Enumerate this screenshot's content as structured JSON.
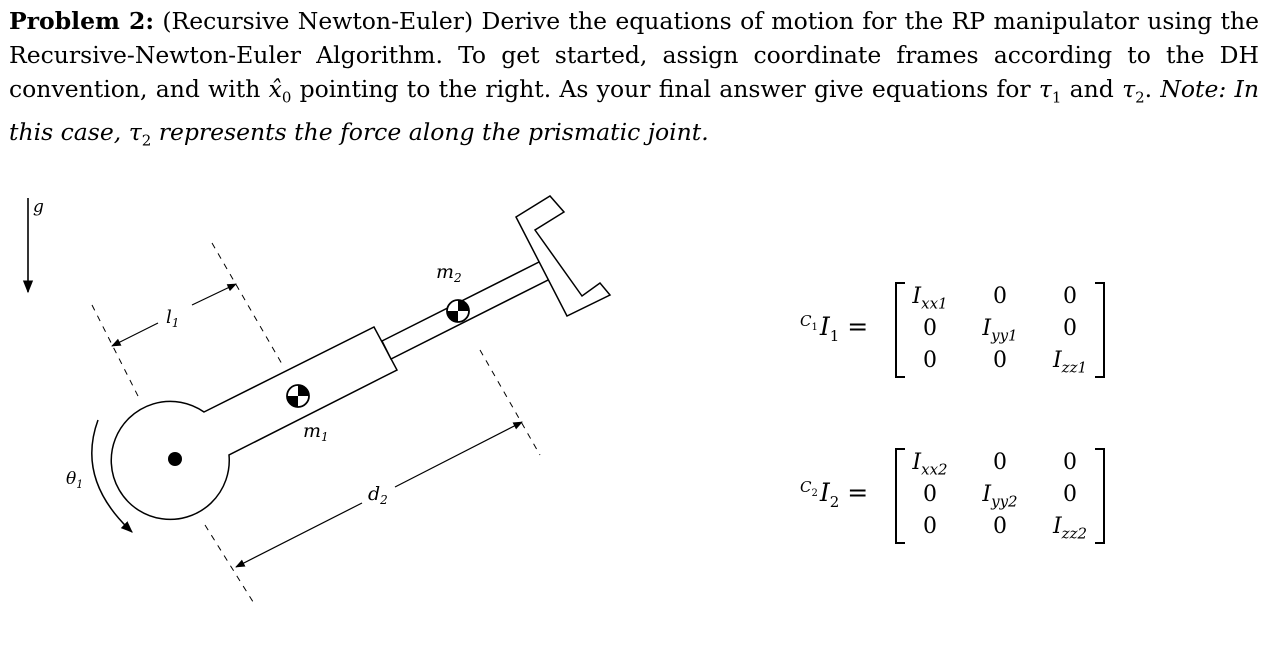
{
  "problem": {
    "label": "Problem 2:",
    "text_1": " (Recursive Newton-Euler) Derive the equations of motion for the RP manipulator using the Recursive-Newton-Euler Algorithm. To get started, assign coordinate frames according to the DH convention, and with ",
    "x0_symbol": "x̂",
    "x0_sub": "0",
    "text_2": " pointing to the right. As your final answer give equations for ",
    "tau": "τ",
    "tau1_sub": "1",
    "text_and": " and ",
    "tau2_sub": "2",
    "text_period": ". ",
    "note_1": "Note: In this case, ",
    "note_2": " represents the force along the prismatic joint."
  },
  "figure": {
    "g": "g",
    "l1": "l",
    "l1_sub": "1",
    "m1": "m",
    "m1_sub": "1",
    "m2": "m",
    "m2_sub": "2",
    "d2": "d",
    "d2_sub": "2",
    "theta1": "θ",
    "theta1_sub": "1"
  },
  "inertia": [
    {
      "frame": "C",
      "frame_sub": "1",
      "symbol": "I",
      "symbol_sub": "1",
      "equals": "=",
      "rows": [
        [
          {
            "s": "I",
            "sub": "xx1"
          },
          {
            "v": "0"
          },
          {
            "v": "0"
          }
        ],
        [
          {
            "v": "0"
          },
          {
            "s": "I",
            "sub": "yy1"
          },
          {
            "v": "0"
          }
        ],
        [
          {
            "v": "0"
          },
          {
            "v": "0"
          },
          {
            "s": "I",
            "sub": "zz1"
          }
        ]
      ]
    },
    {
      "frame": "C",
      "frame_sub": "2",
      "symbol": "I",
      "symbol_sub": "2",
      "equals": "=",
      "rows": [
        [
          {
            "s": "I",
            "sub": "xx2"
          },
          {
            "v": "0"
          },
          {
            "v": "0"
          }
        ],
        [
          {
            "v": "0"
          },
          {
            "s": "I",
            "sub": "yy2"
          },
          {
            "v": "0"
          }
        ],
        [
          {
            "v": "0"
          },
          {
            "v": "0"
          },
          {
            "s": "I",
            "sub": "zz2"
          }
        ]
      ]
    }
  ]
}
